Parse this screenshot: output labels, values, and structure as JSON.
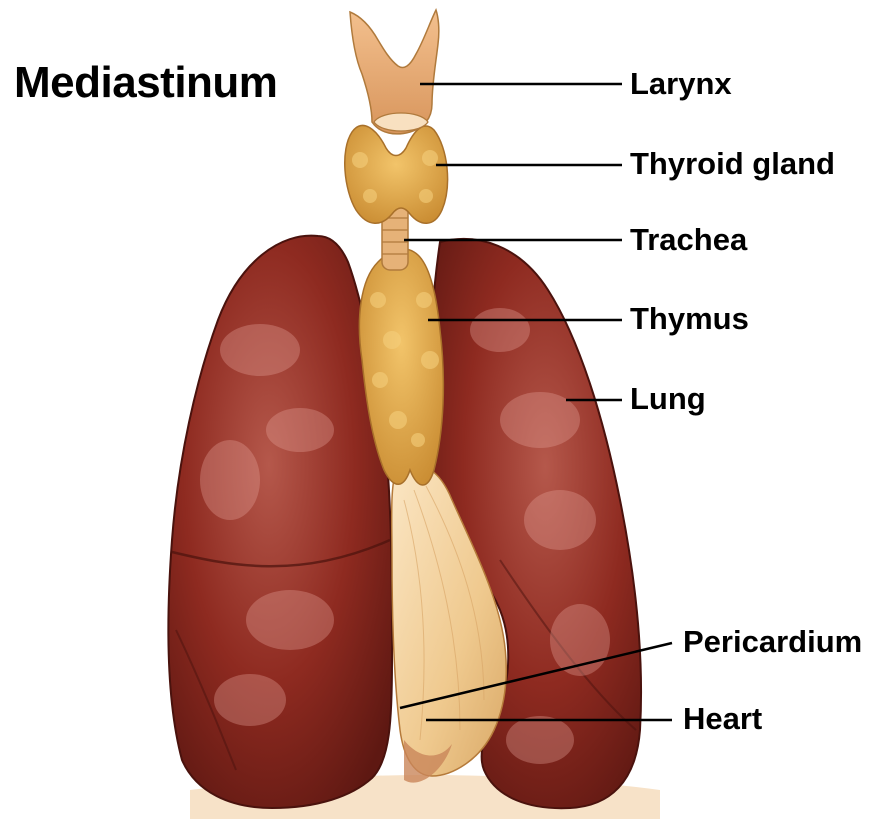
{
  "title": "Mediastinum",
  "labels": {
    "larynx": "Larynx",
    "thyroid_gland": "Thyroid gland",
    "trachea": "Trachea",
    "thymus": "Thymus",
    "lung": "Lung",
    "pericardium": "Pericardium",
    "heart": "Heart"
  },
  "colors": {
    "lung": "#8e2a20",
    "lung_shadow": "#5e1812",
    "lung_highlight": "#c06a60",
    "gland": "#e0a94a",
    "larynx": "#e9b27c",
    "pericardium": "#f2d2a0",
    "leader_line": "#000000"
  }
}
